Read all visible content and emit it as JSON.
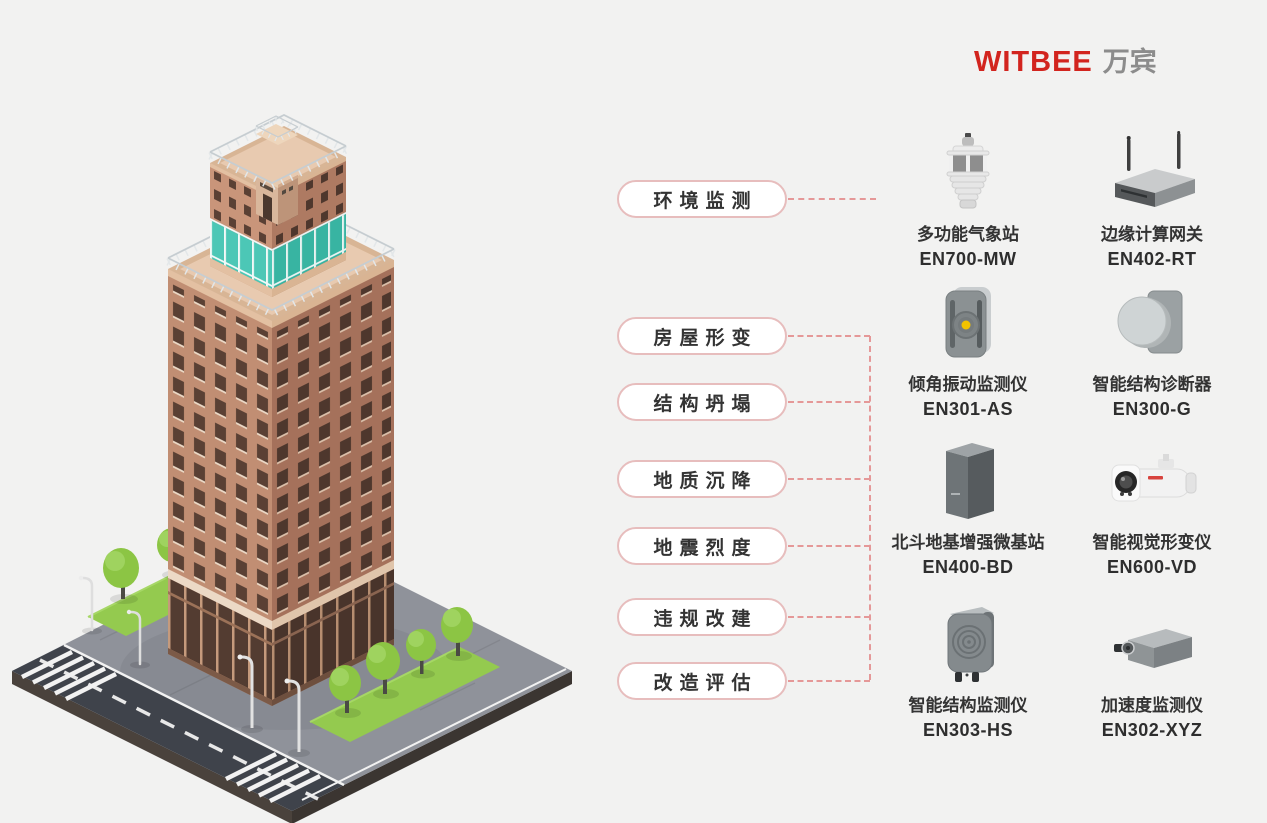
{
  "logo": {
    "brand": "WITBEE",
    "cn": "万宾",
    "brand_color": "#d2241e",
    "cn_color": "#8c8c8c"
  },
  "tags": {
    "pill_border_color": "#e7bdbd",
    "connector_color": "#e59898",
    "items": [
      {
        "label": "环境监测"
      },
      {
        "label": "房屋形变"
      },
      {
        "label": "结构坍塌"
      },
      {
        "label": "地质沉降"
      },
      {
        "label": "地震烈度"
      },
      {
        "label": "违规改建"
      },
      {
        "label": "改造评估"
      }
    ]
  },
  "products": {
    "items": [
      {
        "name": "多功能气象站",
        "model": "EN700-MW",
        "icon": "weather-station-image"
      },
      {
        "name": "边缘计算网关",
        "model": "EN402-RT",
        "icon": "edge-gateway-image"
      },
      {
        "name": "倾角振动监测仪",
        "model": "EN301-AS",
        "icon": "tilt-vibration-monitor-image"
      },
      {
        "name": "智能结构诊断器",
        "model": "EN300-G",
        "icon": "structure-diagnoser-image"
      },
      {
        "name": "北斗地基增强微基站",
        "model": "EN400-BD",
        "icon": "beidou-base-station-image"
      },
      {
        "name": "智能视觉形变仪",
        "model": "EN600-VD",
        "icon": "visual-deformation-camera-image"
      },
      {
        "name": "智能结构监测仪",
        "model": "EN303-HS",
        "icon": "structure-monitor-image"
      },
      {
        "name": "加速度监测仪",
        "model": "EN302-XYZ",
        "icon": "accelerometer-image"
      }
    ]
  },
  "illustration": {
    "subject_icon": "isometric-building-icon"
  }
}
